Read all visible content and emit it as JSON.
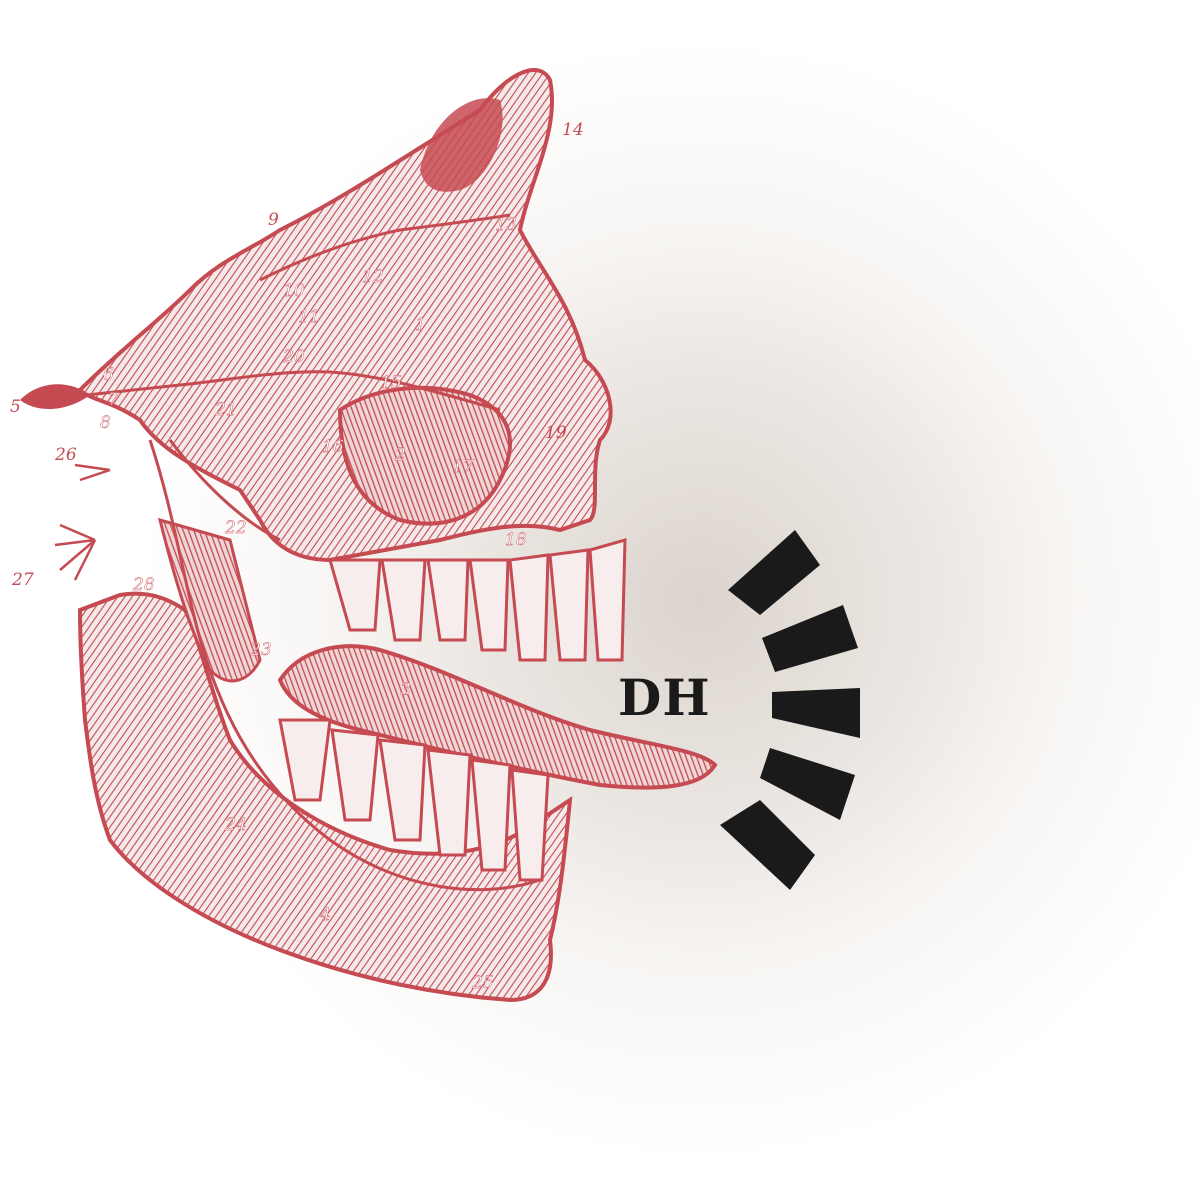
{
  "logo": {
    "text": "DH",
    "color": "#1a1a1a",
    "icon": "sound-wave-icon"
  },
  "illustration": {
    "subject": "jaw-anatomy-engraving",
    "color": "#c54a52",
    "labels": [
      "1",
      "2",
      "3",
      "4",
      "5",
      "6",
      "7",
      "8",
      "9",
      "10",
      "11",
      "12",
      "13",
      "14",
      "15",
      "16",
      "17",
      "18",
      "19",
      "20",
      "21",
      "22",
      "23",
      "24",
      "25",
      "26",
      "27",
      "28"
    ]
  },
  "colors": {
    "accent": "#c54a52",
    "background": "#ffffff"
  }
}
